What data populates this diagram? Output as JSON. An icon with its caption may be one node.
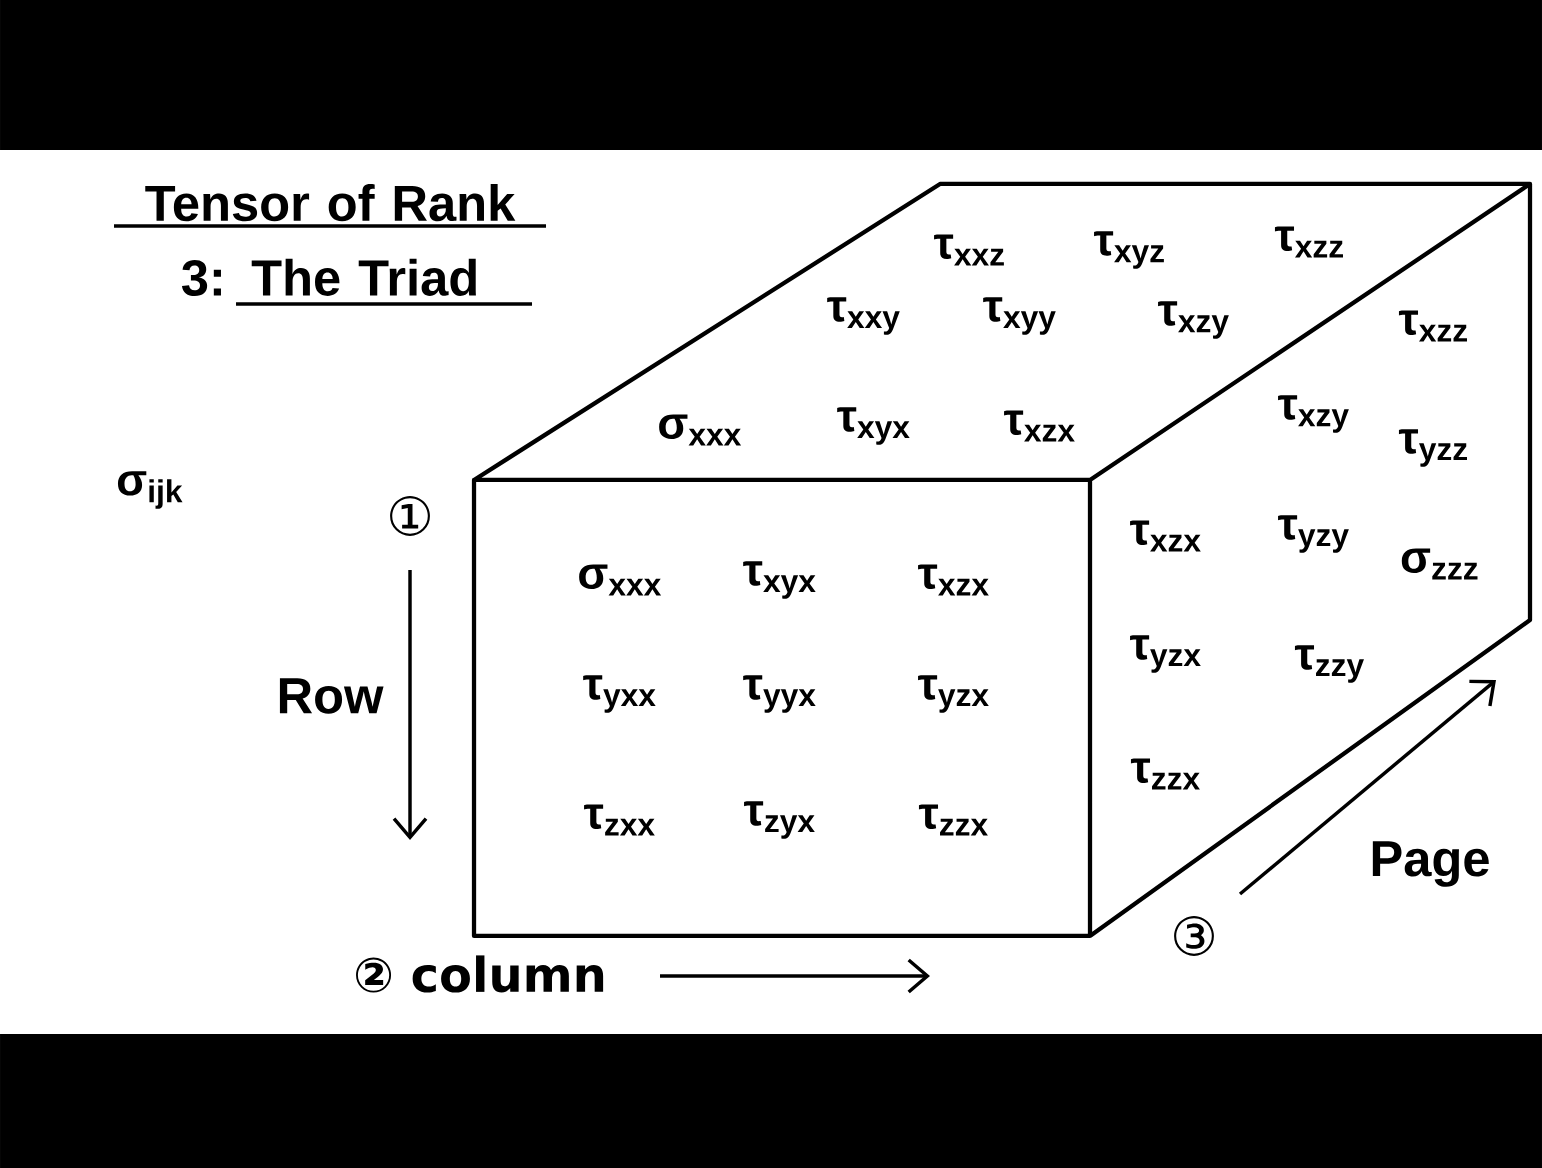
{
  "diagram": {
    "title": "Tensor of Rank 3: The Triad",
    "labels": [
      "τ$_{xxz}$",
      "τ$_{xyz}$",
      "τ$_{xzz}$",
      "τ$_{xxy}$",
      "τ$_{xyy}$",
      "τ$_{xzy}$",
      "τ$_{xzz}$",
      "σ$_{xxx}$",
      "τ$_{xyx}$",
      "τ$_{xzx}$",
      "τ$_{xzy}$",
      "τ$_{yzz}$",
      "σ$_{ijk}$",
      "①",
      "τ$_{xzx}$",
      "τ$_{yzy}$",
      "σ$_{zzz}$",
      "σ$_{xxx}$",
      "τ$_{xyx}$",
      "τ$_{xzx}$",
      "τ$_{yzx}$",
      "τ$_{zzy}$",
      "Row",
      "τ$_{yxx}$",
      "τ$_{yyx}$",
      "τ$_{yzx}$",
      "τ$_{zzx}$",
      "τ$_{zxx}$",
      "τ$_{zyx}$",
      "τ$_{zzx}$",
      "Page",
      "③",
      "② column"
    ]
  }
}
